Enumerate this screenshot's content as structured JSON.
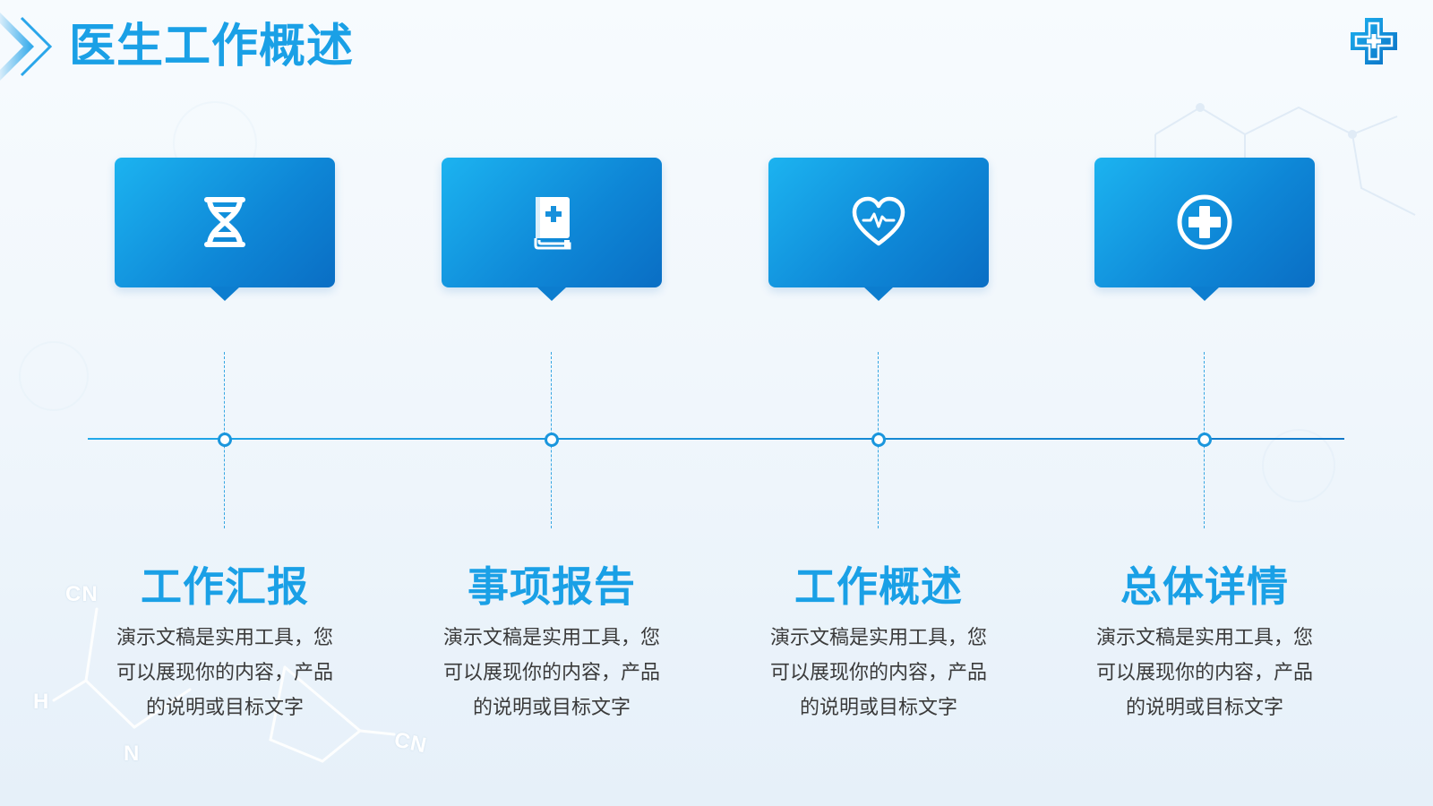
{
  "header": {
    "title": "医生工作概述",
    "decor_icon": "double-chevron-icon",
    "logo_icon": "medical-cross-icon"
  },
  "colors": {
    "accent": "#1aa0e6",
    "accent_dark": "#0a6ec4",
    "text": "#3a3a3a",
    "background": "#f1f7fc"
  },
  "items": [
    {
      "icon": "dna-icon",
      "title": "工作汇报",
      "lines": [
        "演示文稿是实用工具，您",
        "可以展现你的内容，产品",
        "的说明或目标文字"
      ]
    },
    {
      "icon": "medical-book-icon",
      "title": "事项报告",
      "lines": [
        "演示文稿是实用工具，您",
        "可以展现你的内容，产品",
        "的说明或目标文字"
      ]
    },
    {
      "icon": "heart-pulse-icon",
      "title": "工作概述",
      "lines": [
        "演示文稿是实用工具，您",
        "可以展现你的内容，产品",
        "的说明或目标文字"
      ]
    },
    {
      "icon": "plus-circle-icon",
      "title": "总体详情",
      "lines": [
        "演示文稿是实用工具，您",
        "可以展现你的内容，产品",
        "的说明或目标文字"
      ]
    }
  ],
  "background_labels": [
    "CN",
    "H",
    "N",
    "CN"
  ]
}
